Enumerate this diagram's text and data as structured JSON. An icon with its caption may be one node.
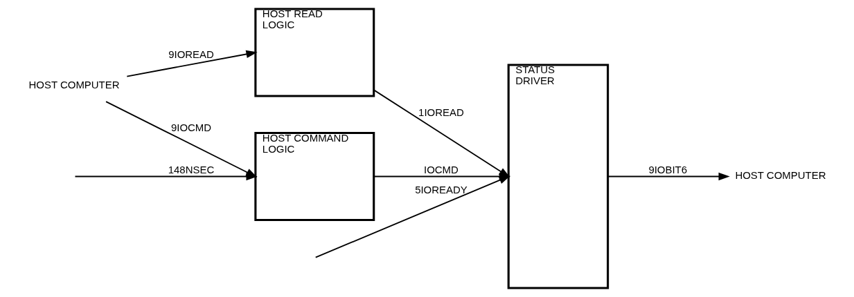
{
  "diagram": {
    "nodes": [
      {
        "text": [
          "HOST COMPUTER"
        ]
      },
      {
        "text": [
          "HOST READ LOGIC"
        ]
      },
      {
        "text": [
          "HOST COMMAND LOGIC"
        ]
      },
      {
        "text": [
          "STATUS DRIVER"
        ]
      },
      {
        "text": [
          "HOST COMPUTER"
        ]
      }
    ],
    "edges": [
      {
        "from": 0,
        "to": 1,
        "arrow": "to",
        "label": "9IOREAD"
      },
      {
        "from": 0,
        "to": 2,
        "arrow": "to",
        "label": "9IOCMD"
      },
      {
        "from": null,
        "to": 2,
        "arrow": "to",
        "label": "148NSEC"
      },
      {
        "from": 1,
        "to": 3,
        "arrow": "to",
        "label": "1IOREAD"
      },
      {
        "from": 2,
        "to": 3,
        "arrow": "to",
        "label": "IOCMD"
      },
      {
        "from": null,
        "to": 3,
        "arrow": "to",
        "label": "5IOREADY"
      },
      {
        "from": 3,
        "to": 4,
        "arrow": "to",
        "label": "9IOBIT6"
      }
    ]
  }
}
